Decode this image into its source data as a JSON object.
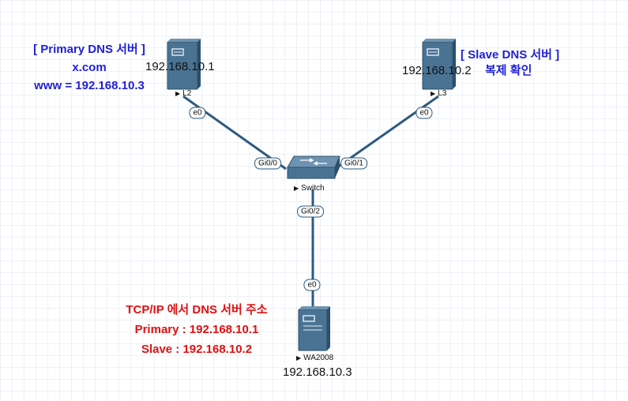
{
  "devices": {
    "l2": {
      "name": "L2",
      "ip": "192.168.10.1",
      "iface": "e0"
    },
    "l3": {
      "name": "L3",
      "ip": "192.168.10.2",
      "iface": "e0"
    },
    "switch": {
      "name": "Switch",
      "ports": [
        "Gi0/0",
        "Gi0/1",
        "Gi0/2"
      ]
    },
    "wa2008": {
      "name": "WA2008",
      "ip": "192.168.10.3",
      "iface": "e0"
    }
  },
  "notes": {
    "primary": [
      "[ Primary DNS 서버 ]",
      "x.com",
      "www = 192.168.10.3"
    ],
    "slave": [
      "[ Slave DNS 서버 ]",
      "복제 확인"
    ],
    "client": [
      "TCP/IP 에서 DNS 서버 주소",
      "Primary : 192.168.10.1",
      "Slave : 192.168.10.2"
    ]
  },
  "colors": {
    "link": "#2d5a80",
    "device_body": "#4a7393",
    "device_dark": "#2c4f6a",
    "note_blue": "#1f1fd8",
    "note_red": "#e01010"
  }
}
